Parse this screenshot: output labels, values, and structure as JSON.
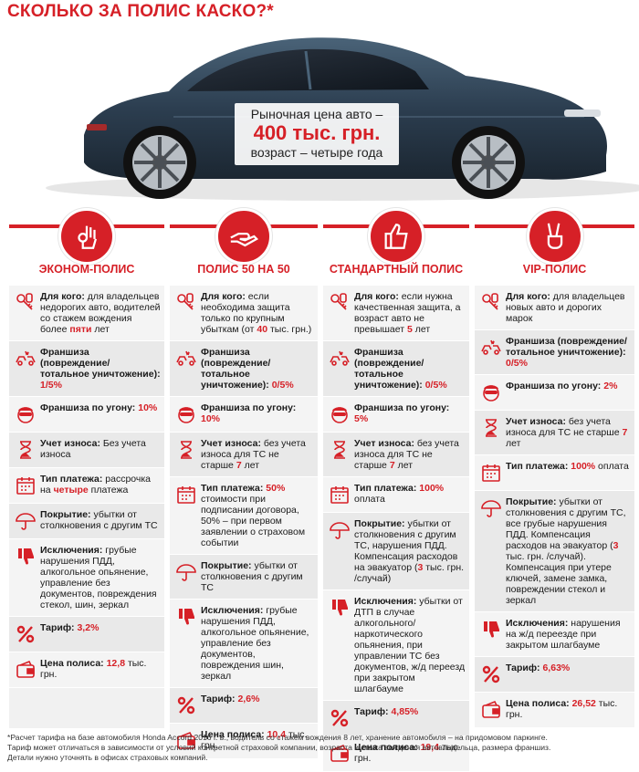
{
  "title": "СКОЛЬКО ЗА ПОЛИС КАСКО?*",
  "price_box": {
    "line1": "Рыночная цена авто –",
    "line2": "400 тыс. грн.",
    "line3": "возраст – четыре года"
  },
  "colors": {
    "accent": "#d62027",
    "panel": "#f1f1f1",
    "car": "#2c3e50"
  },
  "columns": [
    {
      "title": "ЭКОНОМ-ПОЛИС",
      "icon": "ok-hand-icon",
      "rows": [
        {
          "icon": "car-keys-icon",
          "label": "Для кого:",
          "text": " для владельцев недорогих авто, водителей со стажем вождения более ",
          "hl": "пяти",
          "tail": " лет"
        },
        {
          "icon": "car-crash-icon",
          "label": "Франшиза (повреждение/ тотальное уничтожение):",
          "text": " ",
          "hl": "1/5%",
          "tail": ""
        },
        {
          "icon": "thief-icon",
          "label": "Франшиза по угону:",
          "text": " ",
          "hl": "10%",
          "tail": ""
        },
        {
          "icon": "hourglass-icon",
          "label": "Учет износа:",
          "text": " Без учета износа",
          "hl": "",
          "tail": ""
        },
        {
          "icon": "calendar-icon",
          "label": "Тип платежа:",
          "text": " рассрочка на ",
          "hl": "четыре",
          "tail": " платежа"
        },
        {
          "icon": "umbrella-icon",
          "label": "Покрытие:",
          "text": " убытки от столкновения с другим ТС",
          "hl": "",
          "tail": ""
        },
        {
          "icon": "thumbs-down-icon",
          "label": "Исключения:",
          "text": " грубые нарушения ПДД, алкогольное опьянение, управление без документов, повреждения стекол, шин, зеркал",
          "hl": "",
          "tail": ""
        },
        {
          "icon": "percent-icon",
          "label": "Тариф:",
          "text": " ",
          "hl": "3,2%",
          "tail": ""
        },
        {
          "icon": "wallet-icon",
          "label": "Цена полиса:",
          "text": " ",
          "hl": "12,8",
          "tail": " тыс. грн."
        }
      ]
    },
    {
      "title": "ПОЛИС 50 НА 50",
      "icon": "open-hand-icon",
      "rows": [
        {
          "icon": "car-keys-icon",
          "label": "Для кого:",
          "text": " если необходима защита только по крупным убыткам (от ",
          "hl": "40",
          "tail": " тыс. грн.)"
        },
        {
          "icon": "car-crash-icon",
          "label": "Франшиза (повреждение/ тотальное уничтожение):",
          "text": " ",
          "hl": "0/5%",
          "tail": ""
        },
        {
          "icon": "thief-icon",
          "label": "Франшиза по угону:",
          "text": " ",
          "hl": "10%",
          "tail": ""
        },
        {
          "icon": "hourglass-icon",
          "label": "Учет износа:",
          "text": " без учета износа для ТС не старше ",
          "hl": "7",
          "tail": " лет"
        },
        {
          "icon": "calendar-icon",
          "label": "Тип платежа:",
          "text": " ",
          "hl": "50%",
          "tail": " стоимости при подписании договора, 50% – при первом заявлении о страховом событии"
        },
        {
          "icon": "umbrella-icon",
          "label": "Покрытие:",
          "text": " убытки от столкновения с другим ТС",
          "hl": "",
          "tail": ""
        },
        {
          "icon": "thumbs-down-icon",
          "label": "Исключения:",
          "text": " грубые нарушения ПДД, алкогольное опьянение, управление без документов, повреждения шин, зеркал",
          "hl": "",
          "tail": ""
        },
        {
          "icon": "percent-icon",
          "label": "Тариф:",
          "text": " ",
          "hl": "2,6%",
          "tail": ""
        },
        {
          "icon": "wallet-icon",
          "label": "Цена полиса:",
          "text": " ",
          "hl": "10,4",
          "tail": " тыс. грн."
        }
      ]
    },
    {
      "title": "СТАНДАРТНЫЙ ПОЛИС",
      "icon": "thumbs-up-icon",
      "rows": [
        {
          "icon": "car-keys-icon",
          "label": "Для кого:",
          "text": " если нужна качественная защита, а возраст авто не превышает ",
          "hl": "5",
          "tail": " лет"
        },
        {
          "icon": "car-crash-icon",
          "label": "Франшиза (повреждение/ тотальное уничтожение):",
          "text": " ",
          "hl": "0/5%",
          "tail": ""
        },
        {
          "icon": "thief-icon",
          "label": "Франшиза по угону:",
          "text": " ",
          "hl": "5%",
          "tail": ""
        },
        {
          "icon": "hourglass-icon",
          "label": "Учет износа:",
          "text": " без учета износа для ТС не старше ",
          "hl": "7",
          "tail": " лет"
        },
        {
          "icon": "calendar-icon",
          "label": "Тип платежа:",
          "text": " ",
          "hl": "100%",
          "tail": " оплата"
        },
        {
          "icon": "umbrella-icon",
          "label": "Покрытие:",
          "text": " убытки от столкновения с другим ТС, нарушения ПДД. Компенсация расходов на эвакуатор (",
          "hl": "3",
          "tail": " тыс. грн. /случай)"
        },
        {
          "icon": "thumbs-down-icon",
          "label": "Исключения:",
          "text": " убытки от ДТП в случае алкогольного/ наркотического опьянения, при управлении ТС без документов, ж/д переезд при закрытом шлагбауме",
          "hl": "",
          "tail": ""
        },
        {
          "icon": "percent-icon",
          "label": "Тариф:",
          "text": " ",
          "hl": "4,85%",
          "tail": ""
        },
        {
          "icon": "wallet-icon",
          "label": "Цена полиса:",
          "text": " ",
          "hl": "19,4",
          "tail": " тыс. грн."
        }
      ]
    },
    {
      "title": "VIP-ПОЛИС",
      "icon": "victory-hand-icon",
      "rows": [
        {
          "icon": "car-keys-icon",
          "label": "Для кого:",
          "text": " для владельцев новых авто и дорогих марок",
          "hl": "",
          "tail": ""
        },
        {
          "icon": "car-crash-icon",
          "label": "Франшиза (повреждение/ тотальное уничтожение):",
          "text": " ",
          "hl": "0/5%",
          "tail": ""
        },
        {
          "icon": "thief-icon",
          "label": "Франшиза по угону:",
          "text": " ",
          "hl": "2%",
          "tail": ""
        },
        {
          "icon": "hourglass-icon",
          "label": "Учет износа:",
          "text": " без учета износа для ТС не старше ",
          "hl": "7",
          "tail": " лет"
        },
        {
          "icon": "calendar-icon",
          "label": "Тип платежа:",
          "text": " ",
          "hl": "100%",
          "tail": " оплата"
        },
        {
          "icon": "umbrella-icon",
          "label": "Покрытие:",
          "text": " убытки от столкновения с другим ТС, все грубые нарушения ПДД. Компенсация расходов на эвакуатор (",
          "hl": "3",
          "tail": " тыс. грн. /случай). Компенсация при утере ключей, замене замка, повреждении стекол и зеркал"
        },
        {
          "icon": "thumbs-down-icon",
          "label": "Исключения:",
          "text": " нарушения на ж/д переезде при закрытом шлагбауме",
          "hl": "",
          "tail": ""
        },
        {
          "icon": "percent-icon",
          "label": "Тариф:",
          "text": " ",
          "hl": "6,63%",
          "tail": ""
        },
        {
          "icon": "wallet-icon",
          "label": "Цена полиса:",
          "text": " ",
          "hl": "26,52",
          "tail": " тыс. грн."
        }
      ]
    }
  ],
  "footnote": [
    "*Расчет тарифа на базе автомобиля Honda Accord 2016 г. в., водитель со стажем вождения 8 лет, хранение автомобиля – на придомовом паркинге.",
    "Тариф может отличаться в зависимости от условий конкретной страховой компании, возраста и стажа вождения автовладельца, размера франшиз.",
    "Детали нужно уточнять в офисах страховых компаний."
  ]
}
